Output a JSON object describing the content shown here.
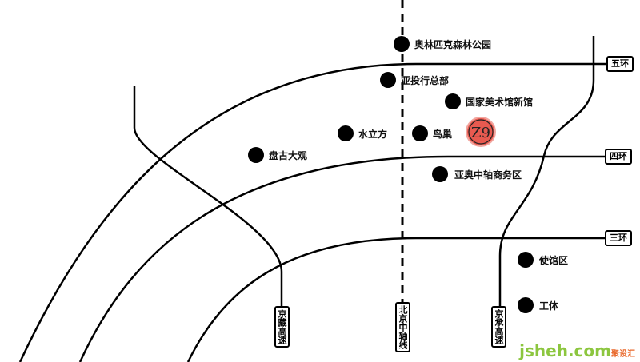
{
  "rings": {
    "fifth": "五环",
    "fourth": "四环",
    "third": "三环"
  },
  "roads": {
    "jingzang": "京藏高速",
    "axis": "北京中轴线",
    "jingcheng": "京承高速"
  },
  "places": [
    {
      "name": "奥林匹克森林公园"
    },
    {
      "name": "亚投行总部"
    },
    {
      "name": "国家美术馆新馆"
    },
    {
      "name": "水立方"
    },
    {
      "name": "鸟巢"
    },
    {
      "name": "盘古大观"
    },
    {
      "name": "亚奥中轴商务区"
    },
    {
      "name": "使馆区"
    },
    {
      "name": "工体"
    }
  ],
  "project_logo": "Z9",
  "colors": {
    "logo": "#e85a50",
    "line": "#000000"
  },
  "watermark": {
    "main": "jsheh.com",
    "cn": "聚设汇"
  }
}
